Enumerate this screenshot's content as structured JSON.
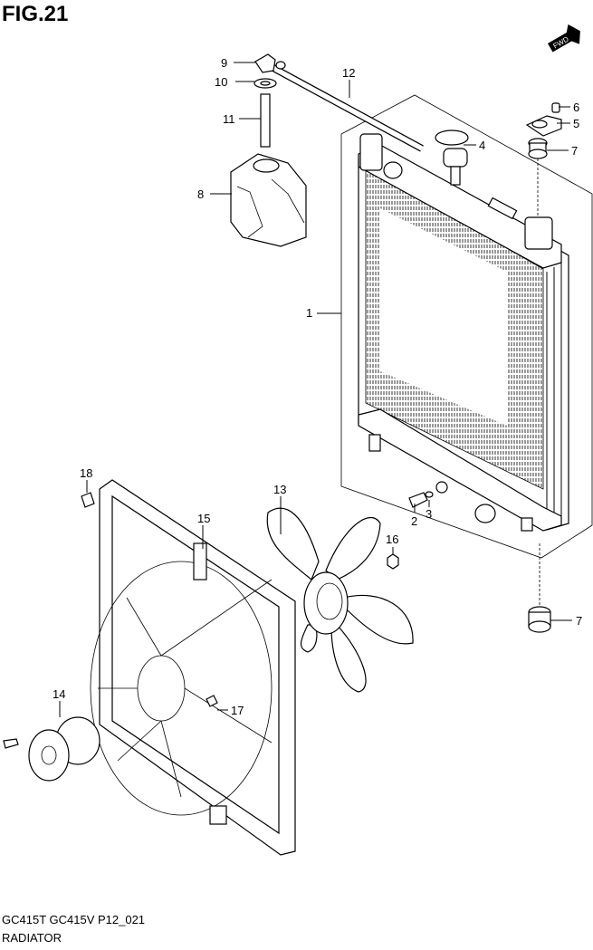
{
  "figure": {
    "title": "FIG.21",
    "footer_code": "GC415T GC415V P12_021",
    "footer_title": "RADIATOR",
    "direction_badge": "FWD"
  },
  "callouts": [
    {
      "id": "c1",
      "label": "1"
    },
    {
      "id": "c2",
      "label": "2"
    },
    {
      "id": "c3",
      "label": "3"
    },
    {
      "id": "c4",
      "label": "4"
    },
    {
      "id": "c5",
      "label": "5"
    },
    {
      "id": "c6",
      "label": "6"
    },
    {
      "id": "c7a",
      "label": "7"
    },
    {
      "id": "c7b",
      "label": "7"
    },
    {
      "id": "c8",
      "label": "8"
    },
    {
      "id": "c9",
      "label": "9"
    },
    {
      "id": "c10",
      "label": "10"
    },
    {
      "id": "c11",
      "label": "11"
    },
    {
      "id": "c12",
      "label": "12"
    },
    {
      "id": "c13",
      "label": "13"
    },
    {
      "id": "c14",
      "label": "14"
    },
    {
      "id": "c15",
      "label": "15"
    },
    {
      "id": "c16",
      "label": "16"
    },
    {
      "id": "c17",
      "label": "17"
    },
    {
      "id": "c18",
      "label": "18"
    }
  ]
}
